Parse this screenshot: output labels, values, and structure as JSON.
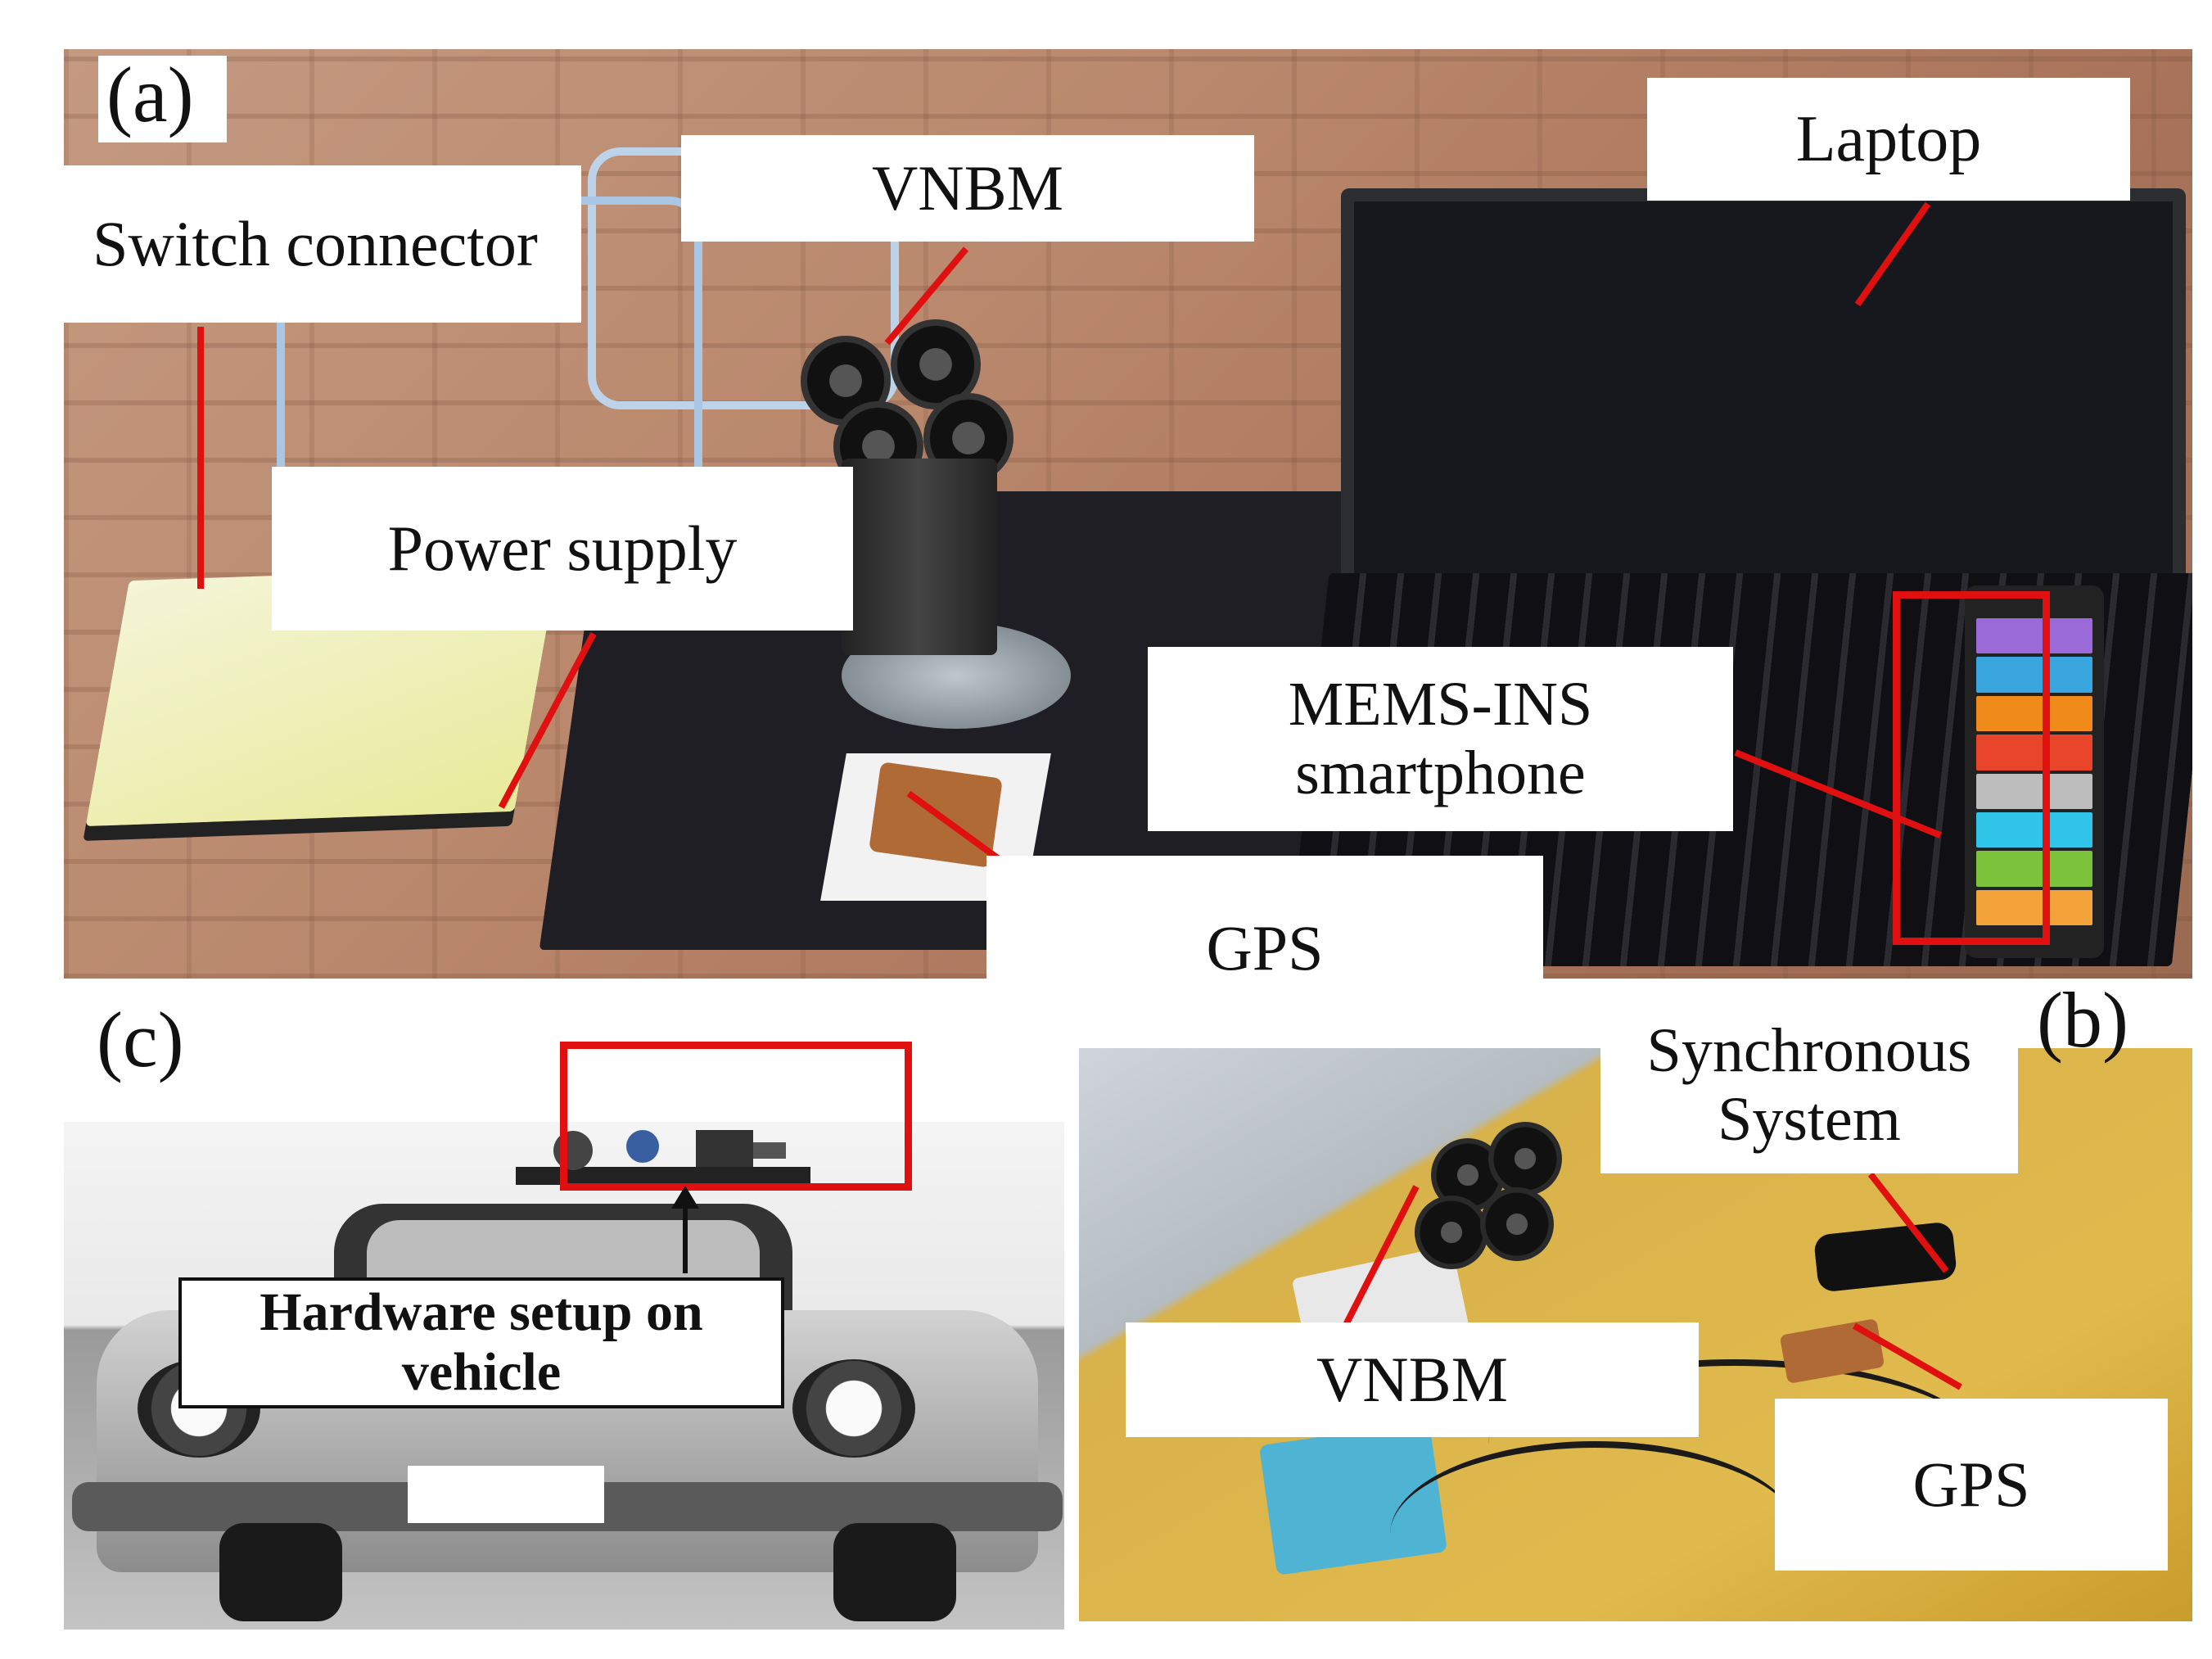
{
  "panel_a": {
    "letter": "(a)",
    "labels": {
      "switch_connector": "Switch connector",
      "vnbm": "VNBM",
      "laptop": "Laptop",
      "power_supply": "Power supply",
      "mems_ins": "MEMS-INS\nsmartphone",
      "gps": "GPS"
    }
  },
  "panel_b": {
    "letter": "(b)",
    "labels": {
      "synchronous_system": "Synchronous\nSystem",
      "vnbm": "VNBM",
      "gps": "GPS"
    }
  },
  "panel_c": {
    "letter": "(c)",
    "labels": {
      "hardware_setup": "Hardware setup on\nvehicle"
    }
  },
  "colors": {
    "annotation_red": "#e01010",
    "label_background": "#ffffff"
  },
  "phone_screen_colors": [
    "#9a6ad8",
    "#3aa6e0",
    "#f08a1a",
    "#e8452a",
    "#bdbdbd",
    "#2fc4e8",
    "#7cc23a",
    "#f4a23a"
  ]
}
